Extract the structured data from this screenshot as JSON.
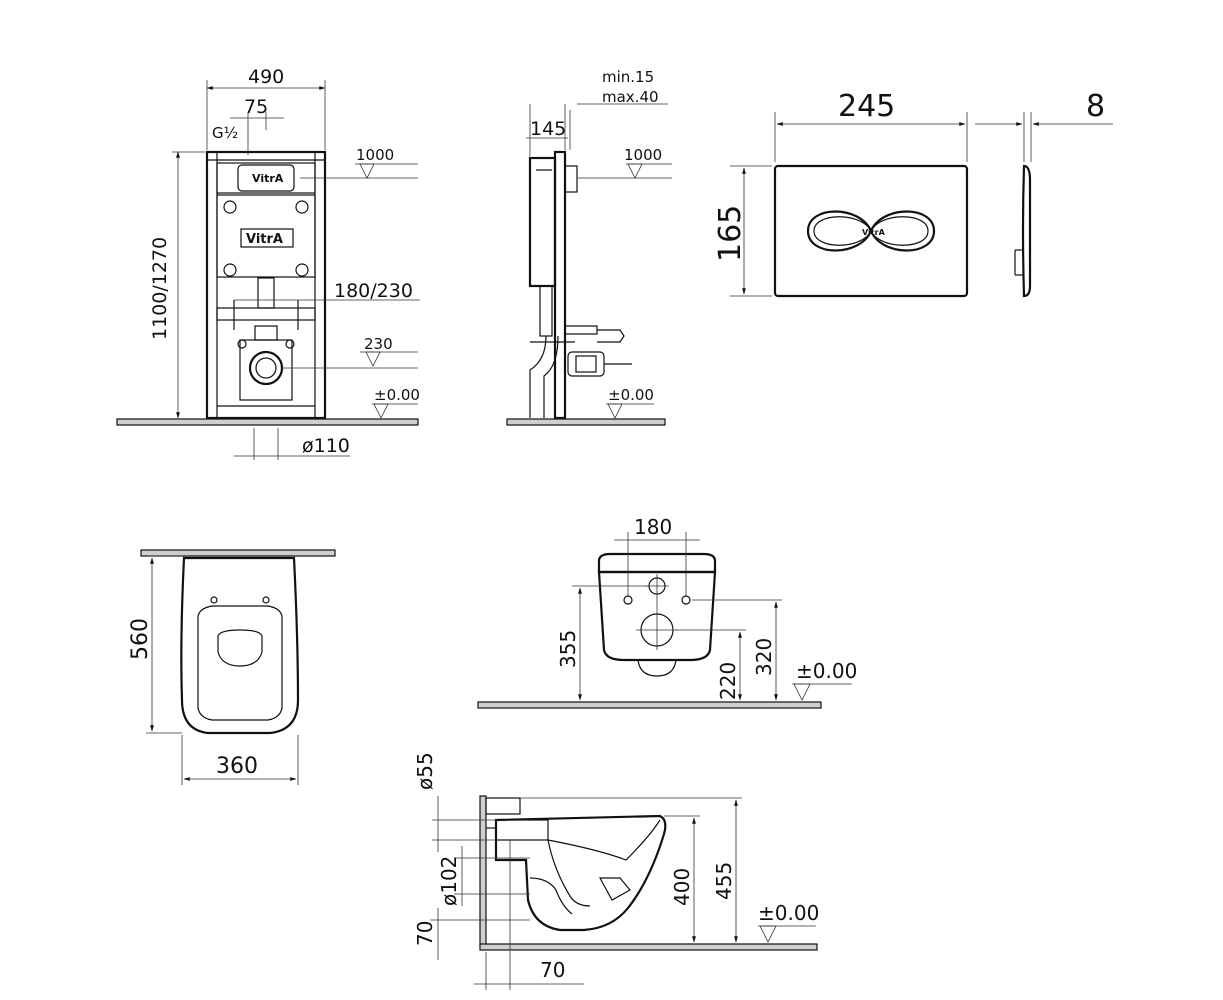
{
  "front_view": {
    "width": "490",
    "offset": "75",
    "inlet": "G½",
    "height": "1100/1270",
    "level": "1000",
    "bolt_spacing": "180/230",
    "outlet_height": "230",
    "floor_level": "±0.00",
    "outlet_diameter": "ø110",
    "brand": "VitrA"
  },
  "side_view": {
    "depth": "145",
    "min": "min.15",
    "max": "max.40",
    "level": "1000",
    "floor_level": "±0.00"
  },
  "flush_plate": {
    "width": "245",
    "height": "165",
    "thickness": "8",
    "brand": "VitrA"
  },
  "bowl_top": {
    "length": "560",
    "width": "360"
  },
  "bowl_back": {
    "hole_spacing": "180",
    "h1": "355",
    "h2": "320",
    "h3": "220",
    "floor_level": "±0.00"
  },
  "bowl_side": {
    "inlet": "ø55",
    "outlet": "ø102",
    "outlet_height": "70",
    "setback": "70",
    "rim_height": "400",
    "top_height": "455",
    "floor_level": "±0.00"
  }
}
